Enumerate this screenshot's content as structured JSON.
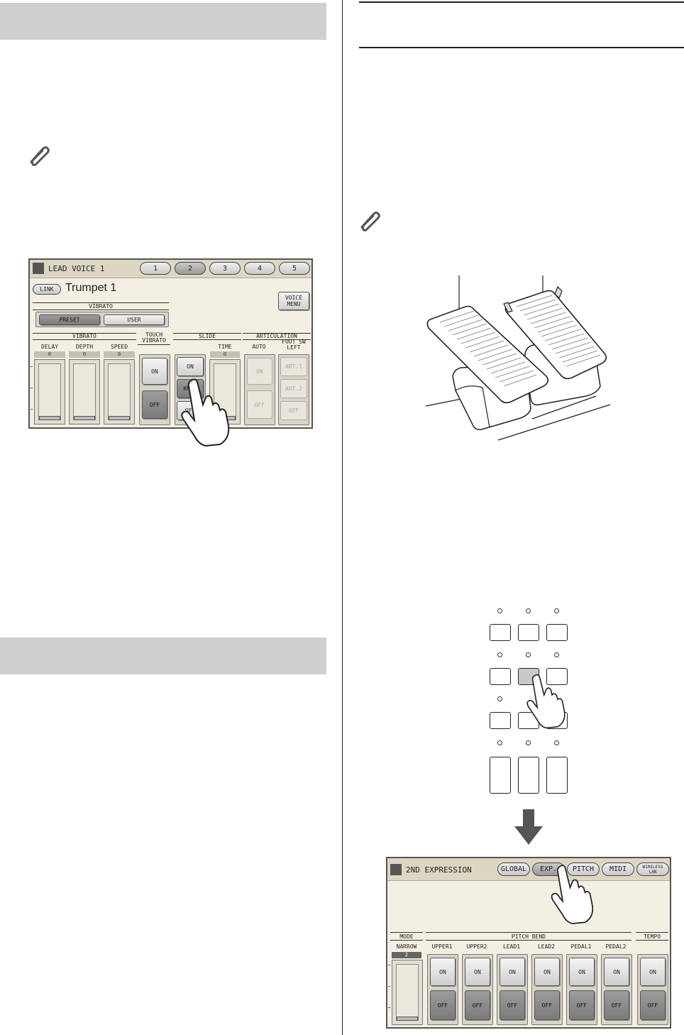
{
  "screen1": {
    "title": "LEAD VOICE 1",
    "tabs": [
      "1",
      "2",
      "3",
      "4",
      "5"
    ],
    "link_label": "LINK",
    "voice_name": "Trumpet 1",
    "voice_menu_label": "VOICE\nMENU",
    "vibrato_group_label": "VIBRATO",
    "preset_label": "PRESET",
    "user_label": "USER",
    "vibrato_section_label": "VIBRATO",
    "delay_label": "DELAY",
    "depth_label": "DEPTH",
    "speed_label": "SPEED",
    "delay_value": "0",
    "depth_value": "0",
    "speed_value": "0",
    "touch_vibrato_label": "TOUCH\nVIBRATO",
    "touch_on": "ON",
    "touch_off": "OFF",
    "slide_label": "SLIDE",
    "slide_on": "ON",
    "slide_knee": "KNEE",
    "slide_off": "OFF",
    "time_label": "TIME",
    "time_value": "0",
    "articulation_label": "ARTICULATION",
    "auto_label": "AUTO",
    "auto_on": "ON",
    "auto_off": "OFF",
    "foot_sw_label": "FOOT SW\nLEFT",
    "art1": "ART.1",
    "art2": "ART.2",
    "art_off": "OFF"
  },
  "screen2": {
    "title": "2ND EXPRESSION",
    "tabs": [
      "GLOBAL",
      "EXP.",
      "PITCH",
      "MIDI"
    ],
    "wireless_label": "WIRELESS\nLAN",
    "mode_label": "MODE",
    "narrow_label": "NARROW",
    "narrow_value": "2",
    "pitch_bend_label": "PITCH BEND",
    "tempo_label": "TEMPO",
    "columns": [
      "UPPER1",
      "UPPER2",
      "LEAD1",
      "LEAD2",
      "PEDAL1",
      "PEDAL2"
    ],
    "on_label": "ON",
    "off_label": "OFF"
  },
  "icons": {
    "note_icon": "paperclip-icon",
    "hand_icon": "pointing-hand-icon",
    "arrow_icon": "down-arrow-icon"
  }
}
